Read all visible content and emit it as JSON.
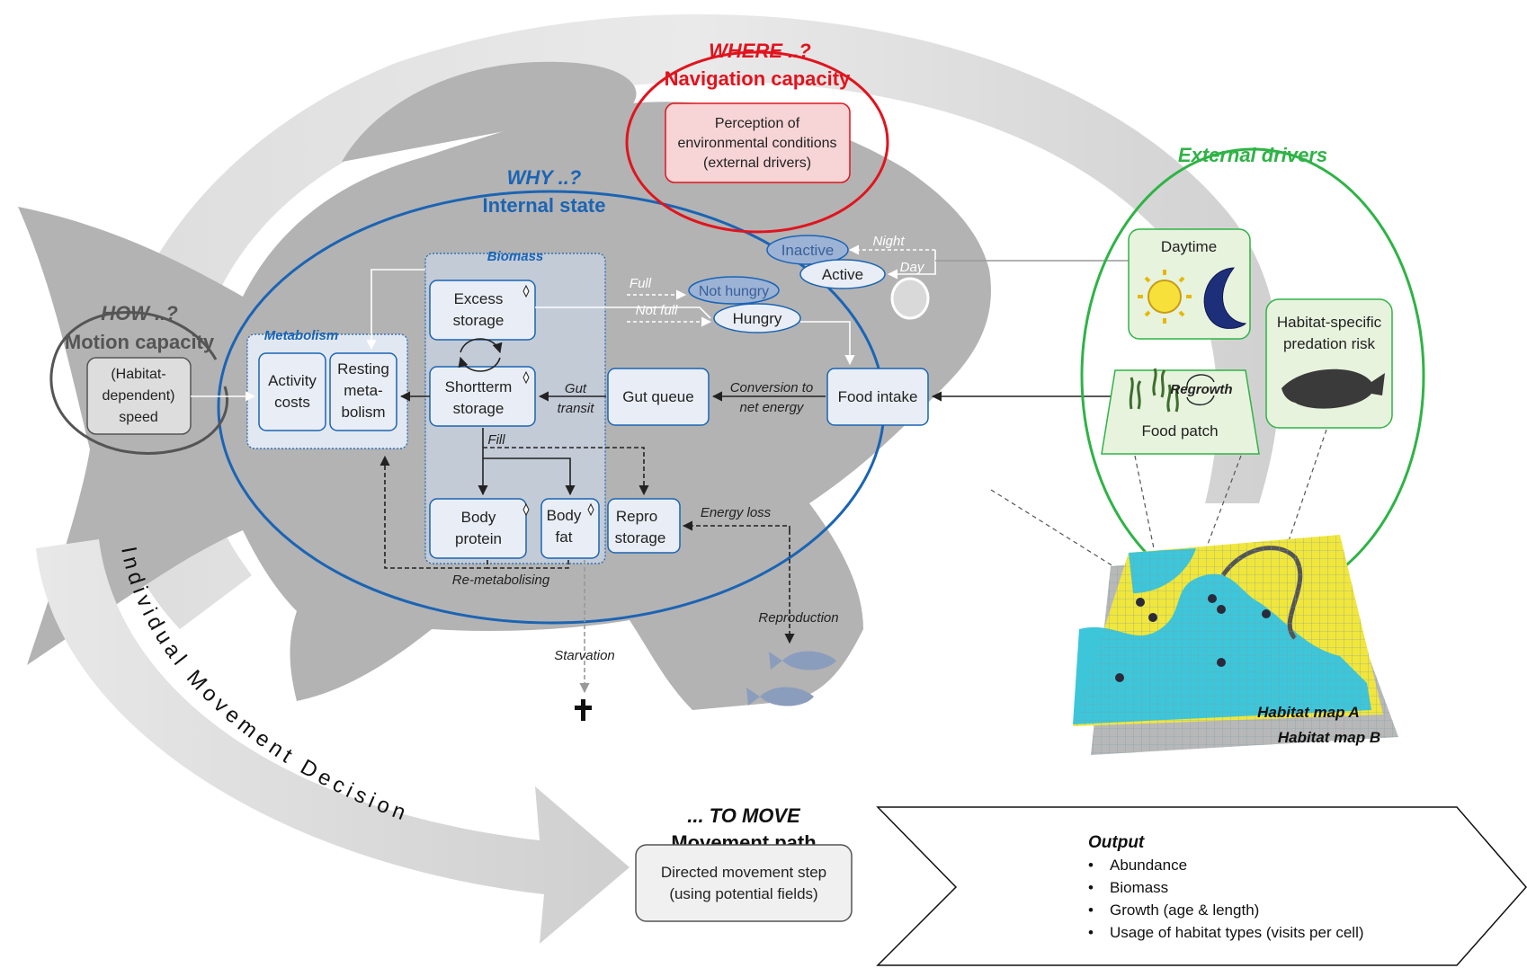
{
  "where": {
    "title": "WHERE ..?",
    "subtitle": "Navigation capacity",
    "box": [
      "Perception of",
      "environmental conditions",
      "(external drivers)"
    ]
  },
  "why": {
    "title": "WHY ..?",
    "subtitle": "Internal state"
  },
  "how": {
    "title": "HOW ..?",
    "subtitle": "Motion capacity",
    "box": [
      "(Habitat-",
      "dependent)",
      "speed"
    ]
  },
  "biomass_label": "Biomass",
  "metabolism_label": "Metabolism",
  "excess": [
    "Excess",
    "storage"
  ],
  "shortterm": [
    "Shortterm",
    "storage"
  ],
  "protein": [
    "Body",
    "protein"
  ],
  "fat": [
    "Body",
    "fat"
  ],
  "repro": [
    "Repro",
    "storage"
  ],
  "activity": [
    "Activity",
    "costs"
  ],
  "resting": [
    "Resting",
    "meta-",
    "bolism"
  ],
  "gut_queue": "Gut queue",
  "food_intake": "Food intake",
  "gut_transit": [
    "Gut",
    "transit"
  ],
  "conversion": [
    "Conversion to",
    "net energy"
  ],
  "fill": "Fill",
  "remetab": "Re-metabolising",
  "energy_loss": "Energy loss",
  "reproduction": "Reproduction",
  "starvation": "Starvation",
  "states": {
    "inactive": "Inactive",
    "active": "Active",
    "not_hungry": "Not hungry",
    "hungry": "Hungry",
    "night": "Night",
    "day": "Day",
    "full": "Full",
    "not_full": "Not full"
  },
  "external": {
    "title": "External drivers",
    "daytime": "Daytime",
    "predation": [
      "Habitat-specific",
      "predation risk"
    ],
    "food_patch": "Food patch",
    "regrowth": "Regrowth"
  },
  "maps": {
    "a": "Habitat map A",
    "b": "Habitat map B"
  },
  "decision": "Individual Movement Decision",
  "move": {
    "title": "... TO MOVE",
    "subtitle": "Movement path",
    "box": [
      "Directed movement step",
      "(using potential fields)"
    ]
  },
  "output": {
    "title": "Output",
    "items": [
      "Abundance",
      "Biomass",
      "Growth (age & length)",
      "Usage of habitat types (visits per cell)"
    ]
  },
  "colors": {
    "blue": "#1b64b4",
    "red": "#e0141e",
    "green": "#2fb346",
    "fish": "#b3b3b3"
  }
}
